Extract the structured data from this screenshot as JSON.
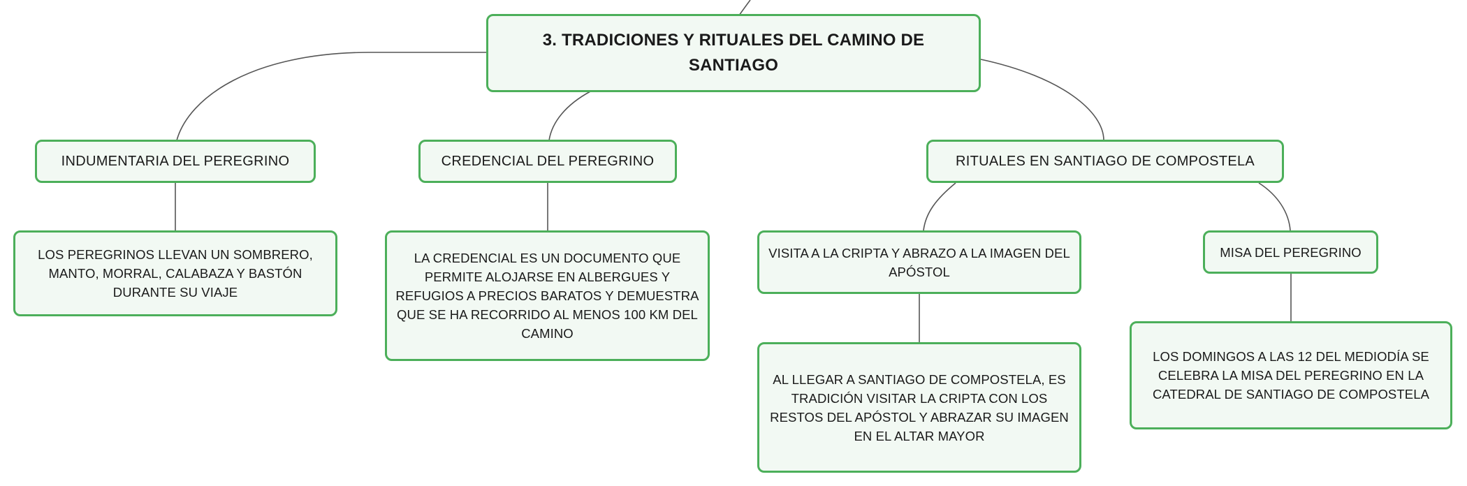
{
  "diagram": {
    "root": {
      "label": "3. TRADICIONES Y RITUALES DEL CAMINO DE SANTIAGO"
    },
    "branches": [
      {
        "label": "INDUMENTARIA DEL PEREGRINO",
        "detail": "LOS PEREGRINOS LLEVAN UN SOMBRERO, MANTO, MORRAL, CALABAZA Y BASTÓN DURANTE SU VIAJE"
      },
      {
        "label": "CREDENCIAL DEL PEREGRINO",
        "detail": "LA CREDENCIAL ES UN DOCUMENTO QUE PERMITE ALOJARSE EN ALBERGUES Y REFUGIOS A PRECIOS BARATOS Y DEMUESTRA QUE SE HA RECORRIDO AL MENOS 100 KM DEL CAMINO"
      },
      {
        "label": "RITUALES EN SANTIAGO DE COMPOSTELA",
        "children": [
          {
            "label": "VISITA A LA CRIPTA Y ABRAZO A LA IMAGEN DEL APÓSTOL",
            "detail": "AL LLEGAR A SANTIAGO DE COMPOSTELA, ES TRADICIÓN VISITAR LA CRIPTA CON LOS RESTOS DEL APÓSTOL Y ABRAZAR SU IMAGEN EN EL ALTAR MAYOR"
          },
          {
            "label": "MISA DEL PEREGRINO",
            "detail": "LOS DOMINGOS A LAS 12 DEL MEDIODÍA SE CELEBRA LA MISA DEL PEREGRINO EN LA CATEDRAL DE SANTIAGO DE COMPOSTELA"
          }
        ]
      }
    ]
  },
  "colors": {
    "node_border": "#4caf5a",
    "node_fill": "#f2f9f3",
    "connector": "#555555",
    "text": "#1a1a1a"
  }
}
